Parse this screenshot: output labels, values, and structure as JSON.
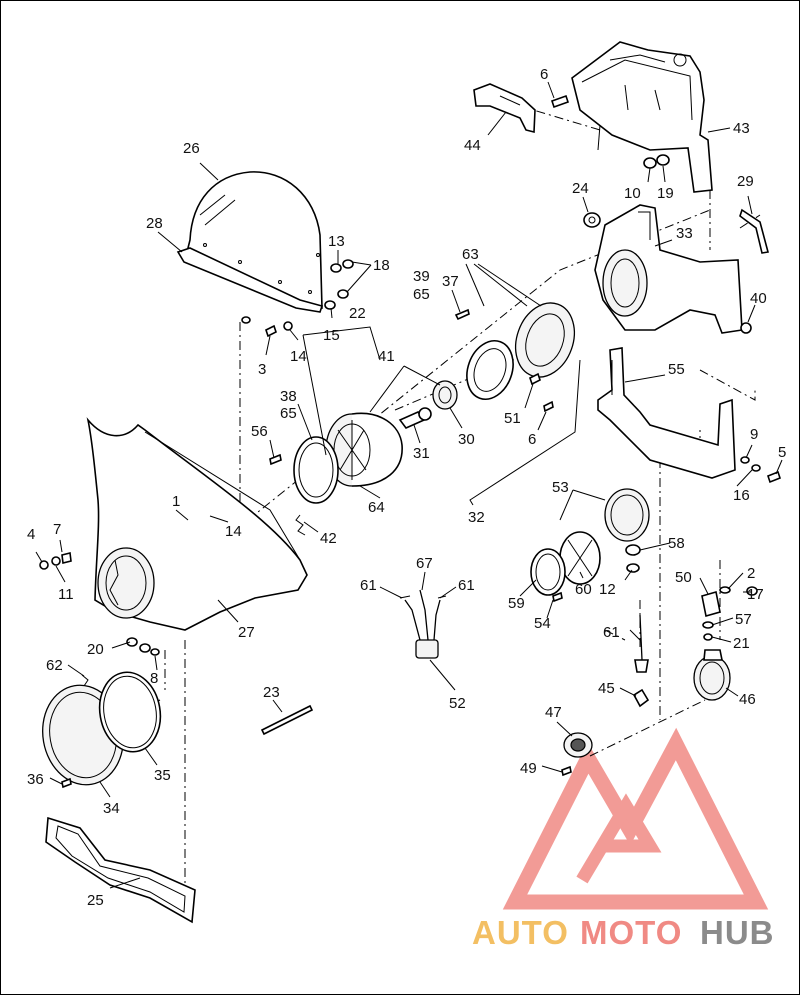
{
  "callouts": [
    {
      "label": "6"
    },
    {
      "label": "43"
    },
    {
      "label": "44"
    },
    {
      "label": "10"
    },
    {
      "label": "19"
    },
    {
      "label": "24"
    },
    {
      "label": "29"
    },
    {
      "label": "26"
    },
    {
      "label": "28"
    },
    {
      "label": "13"
    },
    {
      "label": "18"
    },
    {
      "label": "33"
    },
    {
      "label": "63"
    },
    {
      "label": "39"
    },
    {
      "label": "65"
    },
    {
      "label": "37"
    },
    {
      "label": "40"
    },
    {
      "label": "22"
    },
    {
      "label": "15"
    },
    {
      "label": "3"
    },
    {
      "label": "14"
    },
    {
      "label": "41"
    },
    {
      "label": "55"
    },
    {
      "label": "38"
    },
    {
      "label": "65"
    },
    {
      "label": "56"
    },
    {
      "label": "31"
    },
    {
      "label": "30"
    },
    {
      "label": "51"
    },
    {
      "label": "6"
    },
    {
      "label": "9"
    },
    {
      "label": "5"
    },
    {
      "label": "16"
    },
    {
      "label": "64"
    },
    {
      "label": "1"
    },
    {
      "label": "14"
    },
    {
      "label": "32"
    },
    {
      "label": "53"
    },
    {
      "label": "4"
    },
    {
      "label": "7"
    },
    {
      "label": "42"
    },
    {
      "label": "58"
    },
    {
      "label": "11"
    },
    {
      "label": "67"
    },
    {
      "label": "61"
    },
    {
      "label": "61"
    },
    {
      "label": "59"
    },
    {
      "label": "60"
    },
    {
      "label": "12"
    },
    {
      "label": "2"
    },
    {
      "label": "50"
    },
    {
      "label": "17"
    },
    {
      "label": "54"
    },
    {
      "label": "57"
    },
    {
      "label": "27"
    },
    {
      "label": "61"
    },
    {
      "label": "21"
    },
    {
      "label": "20"
    },
    {
      "label": "62"
    },
    {
      "label": "8"
    },
    {
      "label": "23"
    },
    {
      "label": "52"
    },
    {
      "label": "45"
    },
    {
      "label": "46"
    },
    {
      "label": "47"
    },
    {
      "label": "35"
    },
    {
      "label": "36"
    },
    {
      "label": "34"
    },
    {
      "label": "49"
    },
    {
      "label": "25"
    }
  ],
  "watermark": {
    "part1": "AUTO",
    "part2": "MOTO",
    "part3": "HUB",
    "color_auto": "#f3bf63",
    "color_moto": "#f08a84",
    "color_hub": "#8b8b8b",
    "color_logo": "#f08a84"
  }
}
